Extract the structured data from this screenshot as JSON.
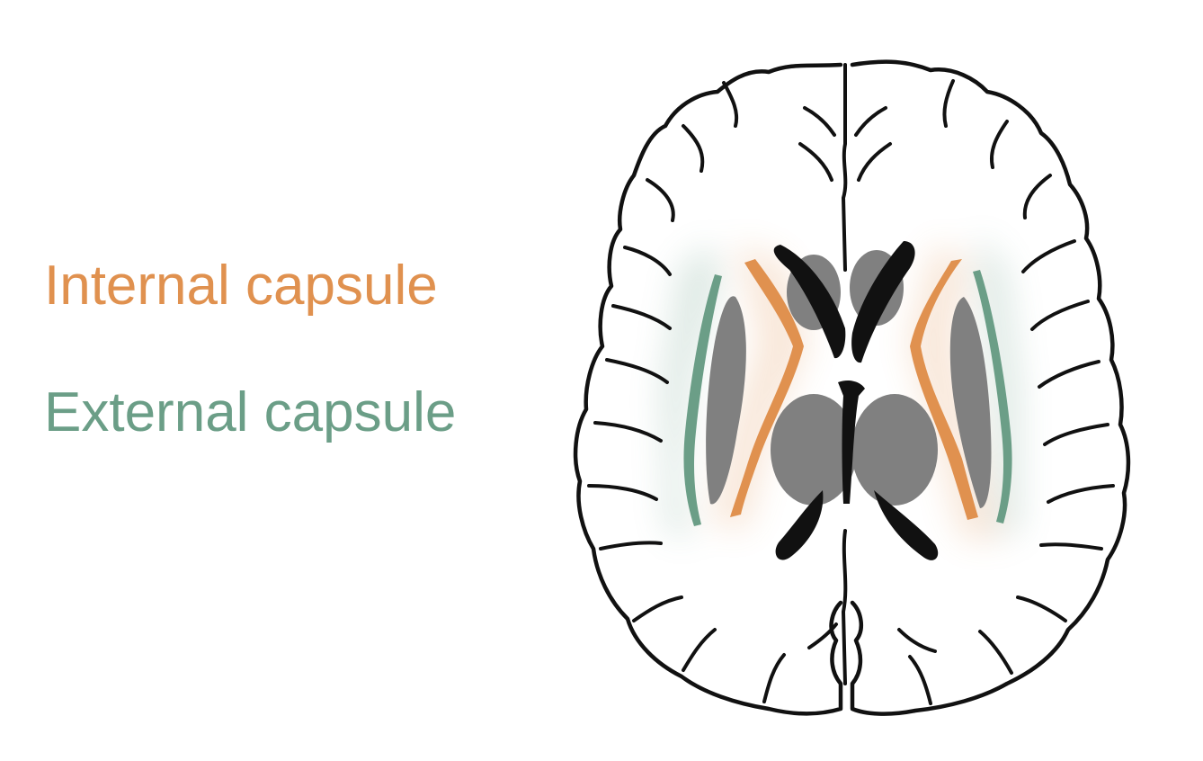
{
  "labels": {
    "internal_capsule": "Internal capsule",
    "external_capsule": "External capsule"
  },
  "colors": {
    "internal_capsule": "#e0914f",
    "external_capsule": "#6b9e87",
    "gray_matter": "#808080",
    "ventricles": "#111111",
    "outline": "#111111",
    "background": "#ffffff"
  },
  "icons": {
    "diagram": "brain-axial-section-drawing"
  }
}
